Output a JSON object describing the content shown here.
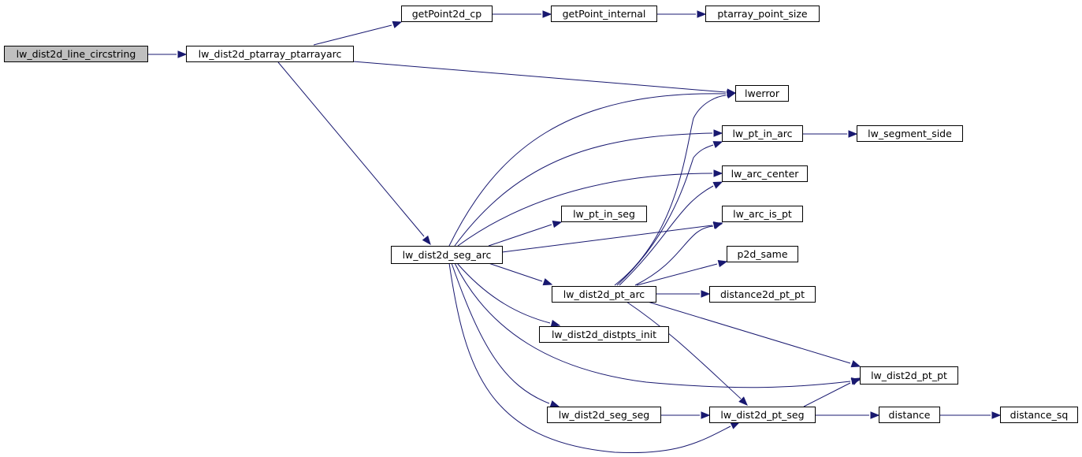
{
  "graph": {
    "nodes": [
      {
        "id": "line_circstring",
        "label": "lw_dist2d_line_circstring",
        "root": true
      },
      {
        "id": "ptarray_ptarrayarc",
        "label": "lw_dist2d_ptarray_ptarrayarc"
      },
      {
        "id": "getPoint2d_cp",
        "label": "getPoint2d_cp"
      },
      {
        "id": "getPoint_internal",
        "label": "getPoint_internal"
      },
      {
        "id": "ptarray_point_size",
        "label": "ptarray_point_size"
      },
      {
        "id": "lwerror",
        "label": "lwerror"
      },
      {
        "id": "lw_pt_in_arc",
        "label": "lw_pt_in_arc"
      },
      {
        "id": "lw_segment_side",
        "label": "lw_segment_side"
      },
      {
        "id": "lw_arc_center",
        "label": "lw_arc_center"
      },
      {
        "id": "lw_pt_in_seg",
        "label": "lw_pt_in_seg"
      },
      {
        "id": "lw_arc_is_pt",
        "label": "lw_arc_is_pt"
      },
      {
        "id": "seg_arc",
        "label": "lw_dist2d_seg_arc"
      },
      {
        "id": "p2d_same",
        "label": "p2d_same"
      },
      {
        "id": "pt_arc",
        "label": "lw_dist2d_pt_arc"
      },
      {
        "id": "distance2d_pt_pt",
        "label": "distance2d_pt_pt"
      },
      {
        "id": "distpts_init",
        "label": "lw_dist2d_distpts_init"
      },
      {
        "id": "pt_pt",
        "label": "lw_dist2d_pt_pt"
      },
      {
        "id": "seg_seg",
        "label": "lw_dist2d_seg_seg"
      },
      {
        "id": "pt_seg",
        "label": "lw_dist2d_pt_seg"
      },
      {
        "id": "distance",
        "label": "distance"
      },
      {
        "id": "distance_sq",
        "label": "distance_sq"
      }
    ],
    "edges": [
      {
        "from": "line_circstring",
        "to": "ptarray_ptarrayarc"
      },
      {
        "from": "ptarray_ptarrayarc",
        "to": "getPoint2d_cp"
      },
      {
        "from": "getPoint2d_cp",
        "to": "getPoint_internal"
      },
      {
        "from": "getPoint_internal",
        "to": "ptarray_point_size"
      },
      {
        "from": "ptarray_ptarrayarc",
        "to": "lwerror"
      },
      {
        "from": "ptarray_ptarrayarc",
        "to": "seg_arc"
      },
      {
        "from": "seg_arc",
        "to": "lwerror"
      },
      {
        "from": "seg_arc",
        "to": "lw_pt_in_arc"
      },
      {
        "from": "seg_arc",
        "to": "lw_arc_center"
      },
      {
        "from": "seg_arc",
        "to": "lw_pt_in_seg"
      },
      {
        "from": "seg_arc",
        "to": "lw_arc_is_pt"
      },
      {
        "from": "seg_arc",
        "to": "pt_arc"
      },
      {
        "from": "seg_arc",
        "to": "distpts_init"
      },
      {
        "from": "seg_arc",
        "to": "pt_pt"
      },
      {
        "from": "seg_arc",
        "to": "seg_seg"
      },
      {
        "from": "seg_arc",
        "to": "pt_seg"
      },
      {
        "from": "lw_pt_in_arc",
        "to": "lw_segment_side"
      },
      {
        "from": "pt_arc",
        "to": "lwerror"
      },
      {
        "from": "pt_arc",
        "to": "lw_pt_in_arc"
      },
      {
        "from": "pt_arc",
        "to": "lw_arc_center"
      },
      {
        "from": "pt_arc",
        "to": "lw_arc_is_pt"
      },
      {
        "from": "pt_arc",
        "to": "p2d_same"
      },
      {
        "from": "pt_arc",
        "to": "distance2d_pt_pt"
      },
      {
        "from": "pt_arc",
        "to": "pt_pt"
      },
      {
        "from": "pt_arc",
        "to": "pt_seg"
      },
      {
        "from": "seg_seg",
        "to": "pt_seg"
      },
      {
        "from": "pt_seg",
        "to": "pt_pt"
      },
      {
        "from": "pt_seg",
        "to": "distance"
      },
      {
        "from": "distance",
        "to": "distance_sq"
      }
    ]
  }
}
